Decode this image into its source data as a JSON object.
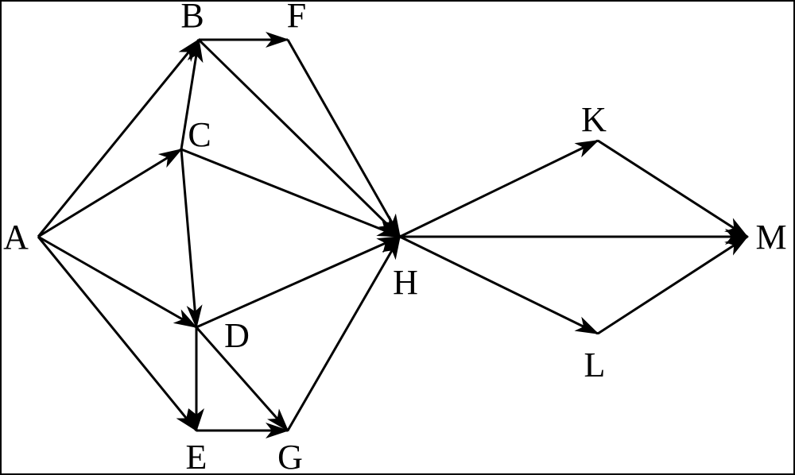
{
  "nodes": [
    {
      "id": "A",
      "label": "A"
    },
    {
      "id": "B",
      "label": "B"
    },
    {
      "id": "C",
      "label": "C"
    },
    {
      "id": "D",
      "label": "D"
    },
    {
      "id": "E",
      "label": "E"
    },
    {
      "id": "F",
      "label": "F"
    },
    {
      "id": "G",
      "label": "G"
    },
    {
      "id": "H",
      "label": "H"
    },
    {
      "id": "K",
      "label": "K"
    },
    {
      "id": "L",
      "label": "L"
    },
    {
      "id": "M",
      "label": "M"
    }
  ],
  "edges": [
    {
      "from": "A",
      "to": "B"
    },
    {
      "from": "A",
      "to": "C"
    },
    {
      "from": "A",
      "to": "D"
    },
    {
      "from": "A",
      "to": "E"
    },
    {
      "from": "C",
      "to": "B"
    },
    {
      "from": "C",
      "to": "D"
    },
    {
      "from": "B",
      "to": "F"
    },
    {
      "from": "B",
      "to": "H"
    },
    {
      "from": "F",
      "to": "H"
    },
    {
      "from": "C",
      "to": "H"
    },
    {
      "from": "D",
      "to": "H"
    },
    {
      "from": "D",
      "to": "E"
    },
    {
      "from": "D",
      "to": "G"
    },
    {
      "from": "E",
      "to": "G"
    },
    {
      "from": "G",
      "to": "H"
    },
    {
      "from": "H",
      "to": "K"
    },
    {
      "from": "H",
      "to": "M"
    },
    {
      "from": "H",
      "to": "L"
    },
    {
      "from": "K",
      "to": "M"
    },
    {
      "from": "L",
      "to": "M"
    }
  ],
  "colors": {
    "stroke": "#000000",
    "background": "#ffffff"
  }
}
